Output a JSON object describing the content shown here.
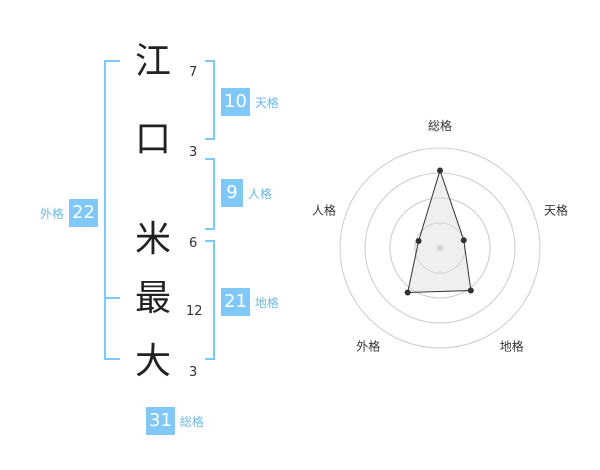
{
  "name_chars": [
    {
      "char": "江",
      "strokes": "7"
    },
    {
      "char": "口",
      "strokes": "3"
    },
    {
      "char": "米",
      "strokes": "6"
    },
    {
      "char": "最",
      "strokes": "12"
    },
    {
      "char": "大",
      "strokes": "3"
    }
  ],
  "fortunes": {
    "tenkaku": {
      "value": "10",
      "label": "天格"
    },
    "jinkaku": {
      "value": "9",
      "label": "人格"
    },
    "chikaku": {
      "value": "21",
      "label": "地格"
    },
    "gaikaku": {
      "value": "22",
      "label": "外格"
    },
    "soukaku": {
      "value": "31",
      "label": "総格"
    }
  },
  "chart_data": {
    "type": "radar",
    "axes": [
      "総格",
      "天格",
      "地格",
      "外格",
      "人格"
    ],
    "values": [
      31,
      10,
      21,
      22,
      9
    ],
    "rings": 4
  },
  "colors": {
    "accent": "#7fc8f8",
    "label": "#6cb8e6",
    "polygon_fill": "#eeeeee"
  }
}
